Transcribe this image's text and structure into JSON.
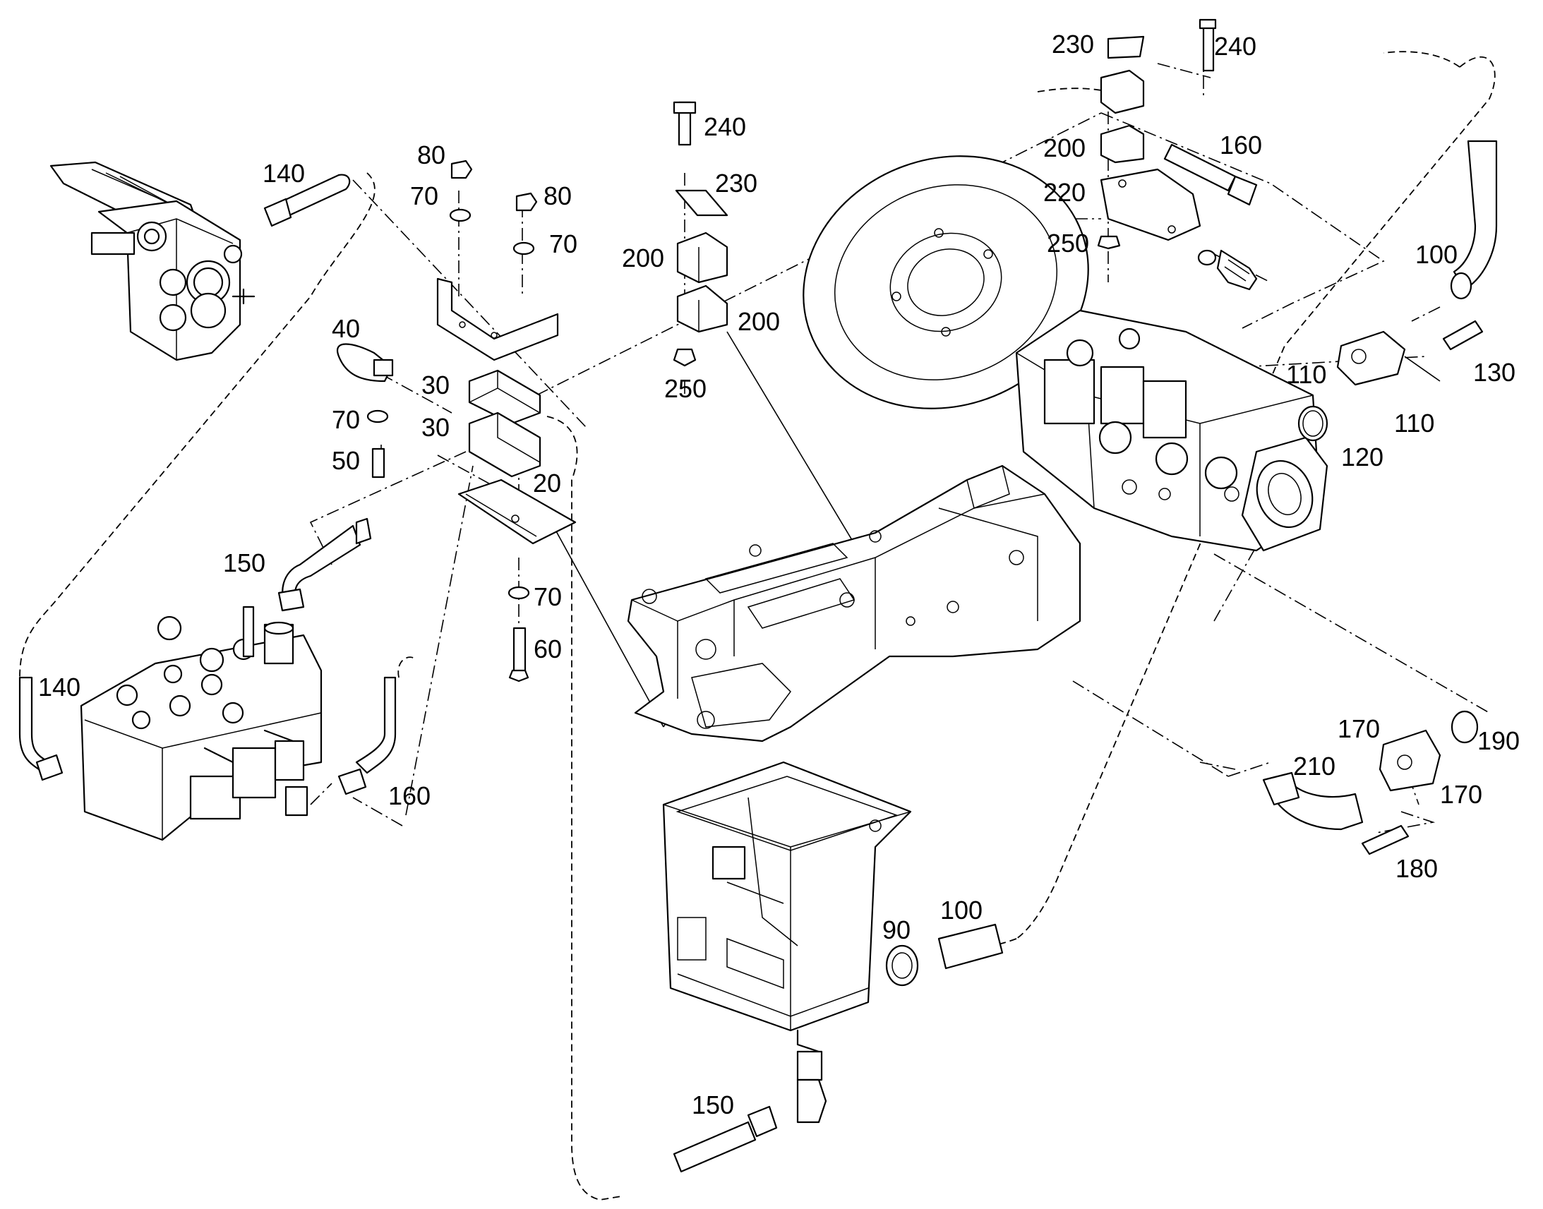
{
  "callouts": [
    {
      "id": "c140a",
      "text": "140"
    },
    {
      "id": "c80a",
      "text": "80"
    },
    {
      "id": "c70a",
      "text": "70"
    },
    {
      "id": "c80b",
      "text": "80"
    },
    {
      "id": "c70b",
      "text": "70"
    },
    {
      "id": "c240a",
      "text": "240"
    },
    {
      "id": "c230a",
      "text": "230"
    },
    {
      "id": "c200a",
      "text": "200"
    },
    {
      "id": "c200b",
      "text": "200"
    },
    {
      "id": "c250a",
      "text": "250"
    },
    {
      "id": "c40",
      "text": "40"
    },
    {
      "id": "c30a",
      "text": "30"
    },
    {
      "id": "c30b",
      "text": "30"
    },
    {
      "id": "c70c",
      "text": "70"
    },
    {
      "id": "c50",
      "text": "50"
    },
    {
      "id": "c20",
      "text": "20"
    },
    {
      "id": "c150a",
      "text": "150"
    },
    {
      "id": "c70d",
      "text": "70"
    },
    {
      "id": "c60",
      "text": "60"
    },
    {
      "id": "c140b",
      "text": "140"
    },
    {
      "id": "c160a",
      "text": "160"
    },
    {
      "id": "c230b",
      "text": "230"
    },
    {
      "id": "c240b",
      "text": "240"
    },
    {
      "id": "c200c",
      "text": "200"
    },
    {
      "id": "c160b",
      "text": "160"
    },
    {
      "id": "c220",
      "text": "220"
    },
    {
      "id": "c250b",
      "text": "250"
    },
    {
      "id": "c100a",
      "text": "100"
    },
    {
      "id": "c110a",
      "text": "110"
    },
    {
      "id": "c130",
      "text": "130"
    },
    {
      "id": "c110b",
      "text": "110"
    },
    {
      "id": "c120",
      "text": "120"
    },
    {
      "id": "c170a",
      "text": "170"
    },
    {
      "id": "c190",
      "text": "190"
    },
    {
      "id": "c210",
      "text": "210"
    },
    {
      "id": "c170b",
      "text": "170"
    },
    {
      "id": "c180",
      "text": "180"
    },
    {
      "id": "c90",
      "text": "90"
    },
    {
      "id": "c100b",
      "text": "100"
    },
    {
      "id": "c150b",
      "text": "150"
    }
  ]
}
